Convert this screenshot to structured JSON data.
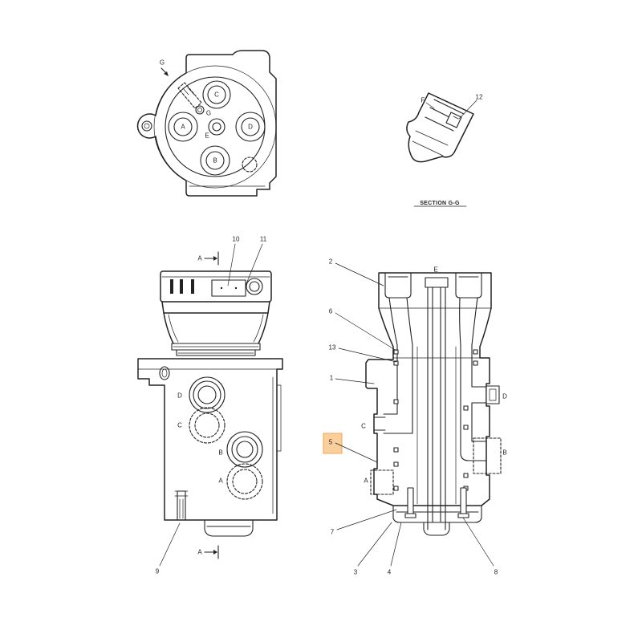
{
  "top_view": {
    "section_marker": "G",
    "port_c": "C",
    "port_a": "A",
    "port_d": "D",
    "port_b": "B",
    "port_e": "E",
    "section_marker_small": "G"
  },
  "section_g_g": {
    "label_f": "F",
    "callout_12": "12",
    "title": "SECTION G-G"
  },
  "front_view": {
    "view_marker_top": "A",
    "callout_10": "10",
    "callout_11": "11",
    "port_d": "D",
    "port_c": "C",
    "port_b": "B",
    "port_a": "A",
    "view_marker_bottom": "A",
    "callout_9": "9"
  },
  "cross_section": {
    "callout_2": "2",
    "port_e": "E",
    "callout_6": "6",
    "callout_13": "13",
    "callout_1": "1",
    "port_d": "D",
    "port_c": "C",
    "callout_5": "5",
    "port_b": "B",
    "port_a": "A",
    "callout_7": "7",
    "callout_3": "3",
    "callout_4": "4",
    "callout_8": "8"
  },
  "colors": {
    "ink": "#222222",
    "highlight_fill": "#fbcf9c",
    "highlight_border": "#f0a45a"
  }
}
